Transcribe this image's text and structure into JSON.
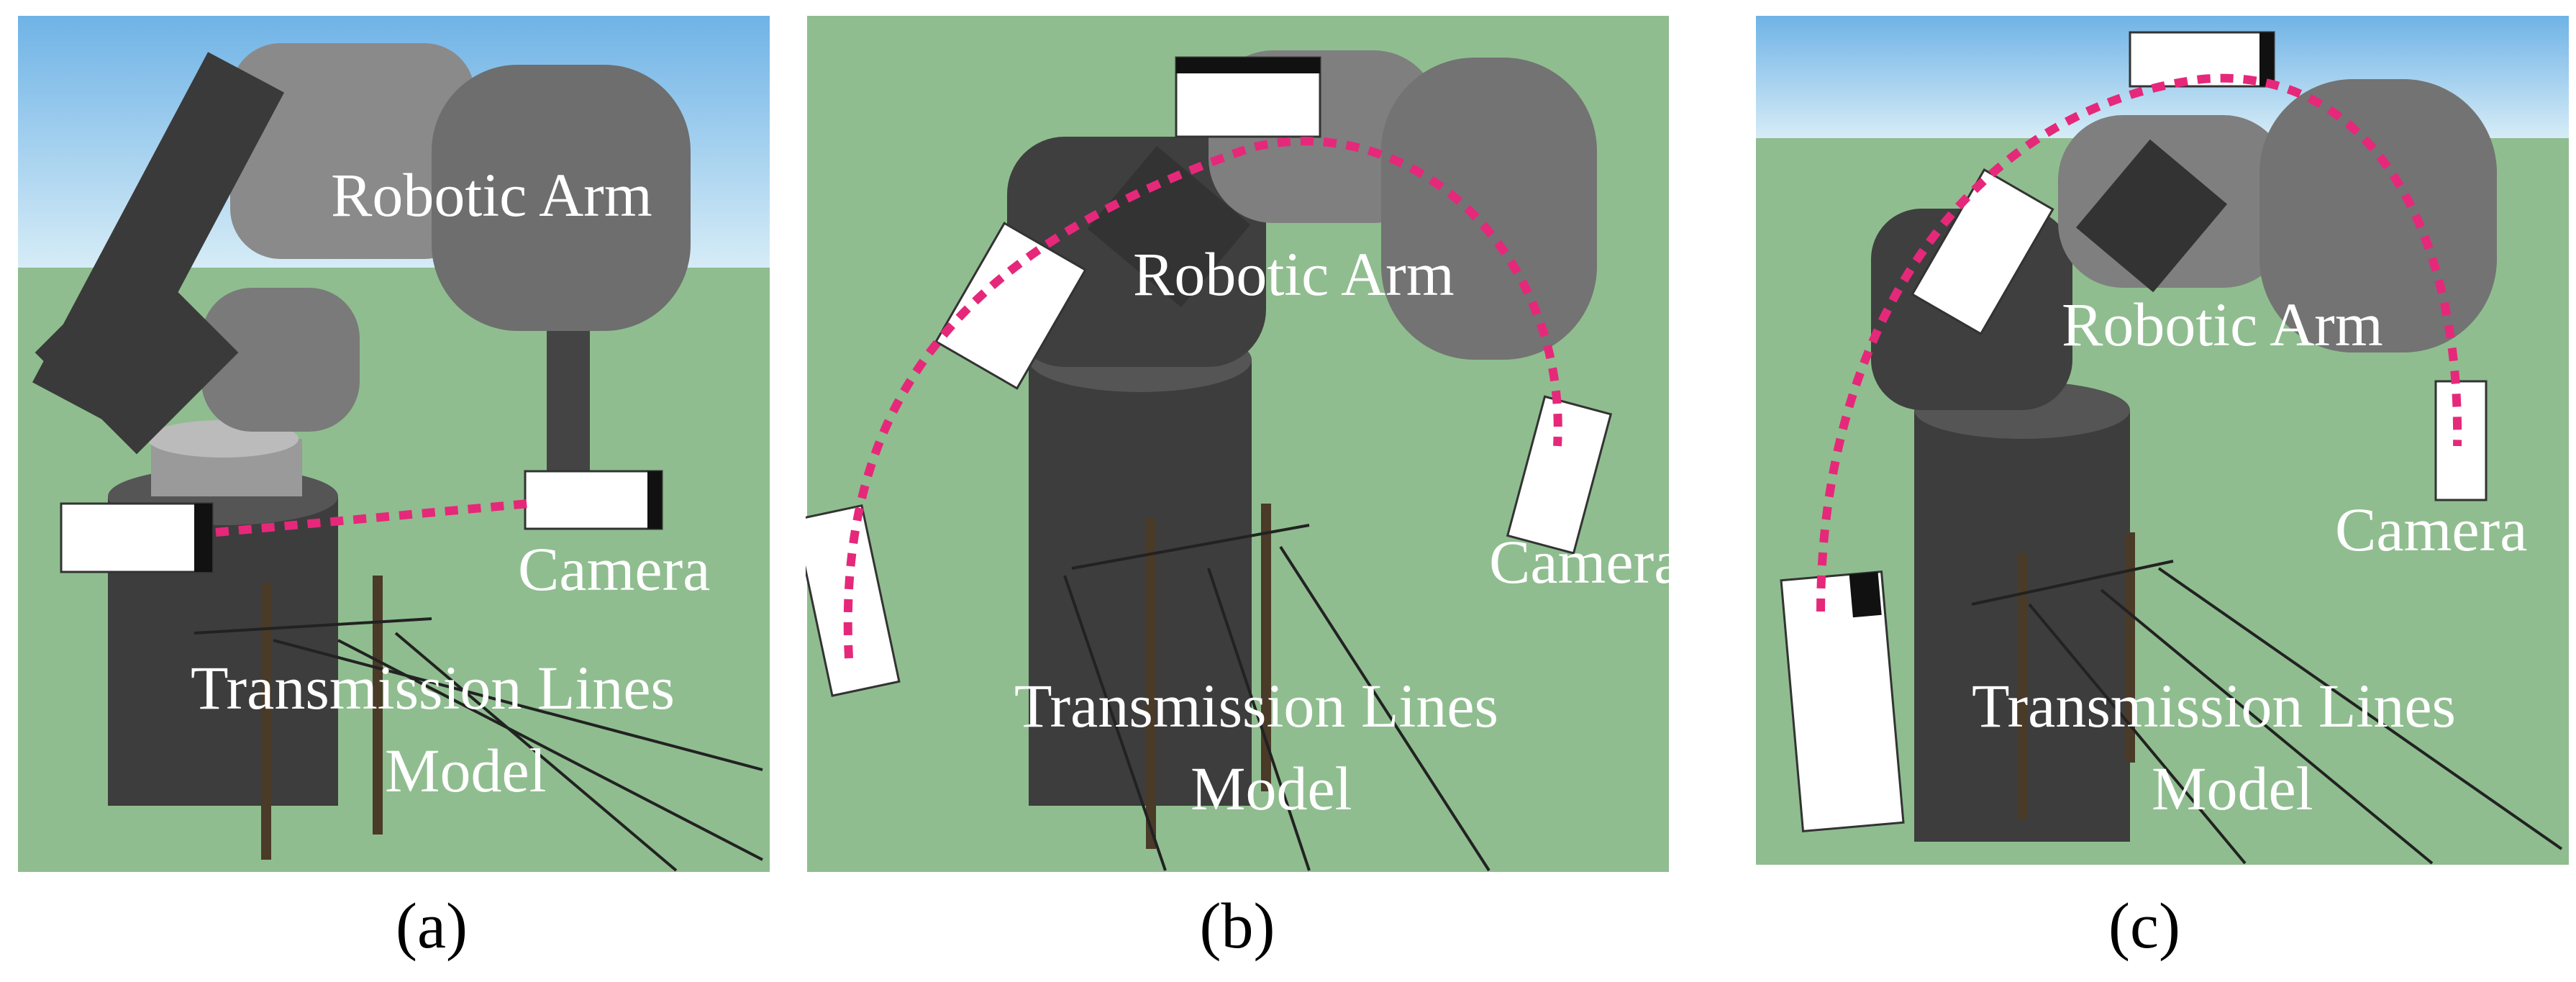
{
  "panels": [
    {
      "id": "a",
      "caption": "(a)",
      "labels": {
        "arm": "Robotic Arm",
        "camera": "Camera",
        "lines1": "Transmission Lines",
        "lines2": "Model"
      }
    },
    {
      "id": "b",
      "caption": "(b)",
      "labels": {
        "arm": "Robotic Arm",
        "camera": "Camera",
        "lines1": "Transmission Lines",
        "lines2": "Model"
      }
    },
    {
      "id": "c",
      "caption": "(c)",
      "labels": {
        "arm": "Robotic Arm",
        "camera": "Camera",
        "lines1": "Transmission Lines",
        "lines2": "Model"
      }
    }
  ],
  "colors": {
    "sky": "#8fc6ea",
    "ground": "#8fbd8f",
    "arm_dark": "#3c3c3c",
    "arm_mid": "#7a7a7a",
    "path": "#e6287a",
    "camera_body": "#ffffff"
  }
}
